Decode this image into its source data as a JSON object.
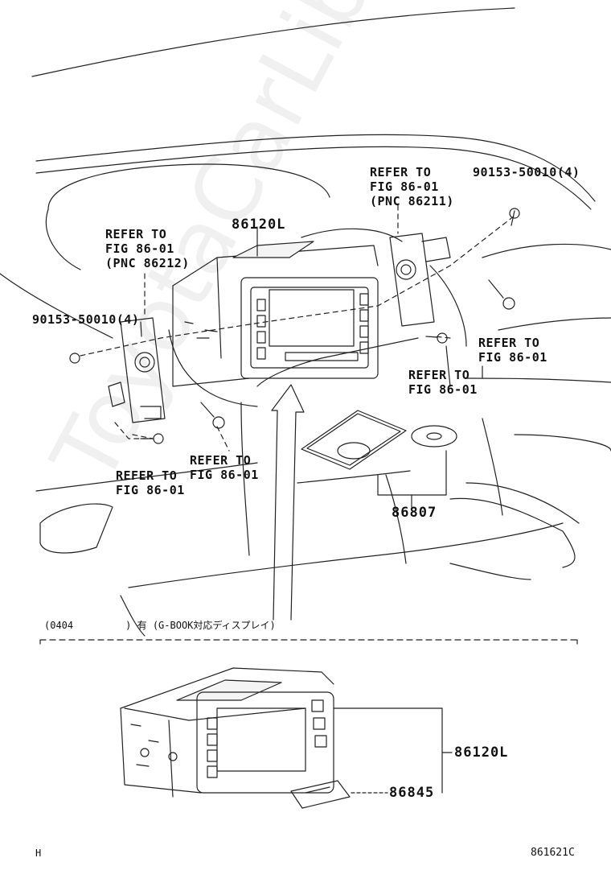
{
  "callouts": {
    "refer_pnc86211": [
      "REFER TO",
      "FIG 86-01",
      "(PNC 86211)"
    ],
    "part_90153_right": "90153-50010(4)",
    "refer_pnc86212": [
      "REFER TO",
      "FIG 86-01",
      "(PNC 86212)"
    ],
    "part_86120l_top": "86120L",
    "part_90153_left": "90153-50010(4)",
    "refer_right_bolt": [
      "REFER TO",
      "FIG 86-01"
    ],
    "refer_center": [
      "REFER TO",
      "FIG 86-01"
    ],
    "refer_bottom_left": [
      "REFER TO",
      "FIG 86-01"
    ],
    "refer_bottom_mid": [
      "REFER TO",
      "FIG 86-01"
    ],
    "part_86807": "86807",
    "part_86120l_bottom": "86120L",
    "part_86845": "86845"
  },
  "section_note": "(0404         ) 有 (G-BOOK対応ディスプレイ)",
  "footer": {
    "left_mark": "H",
    "figure_id": "861621C"
  },
  "watermark": "ToyotaCarLib.ru"
}
